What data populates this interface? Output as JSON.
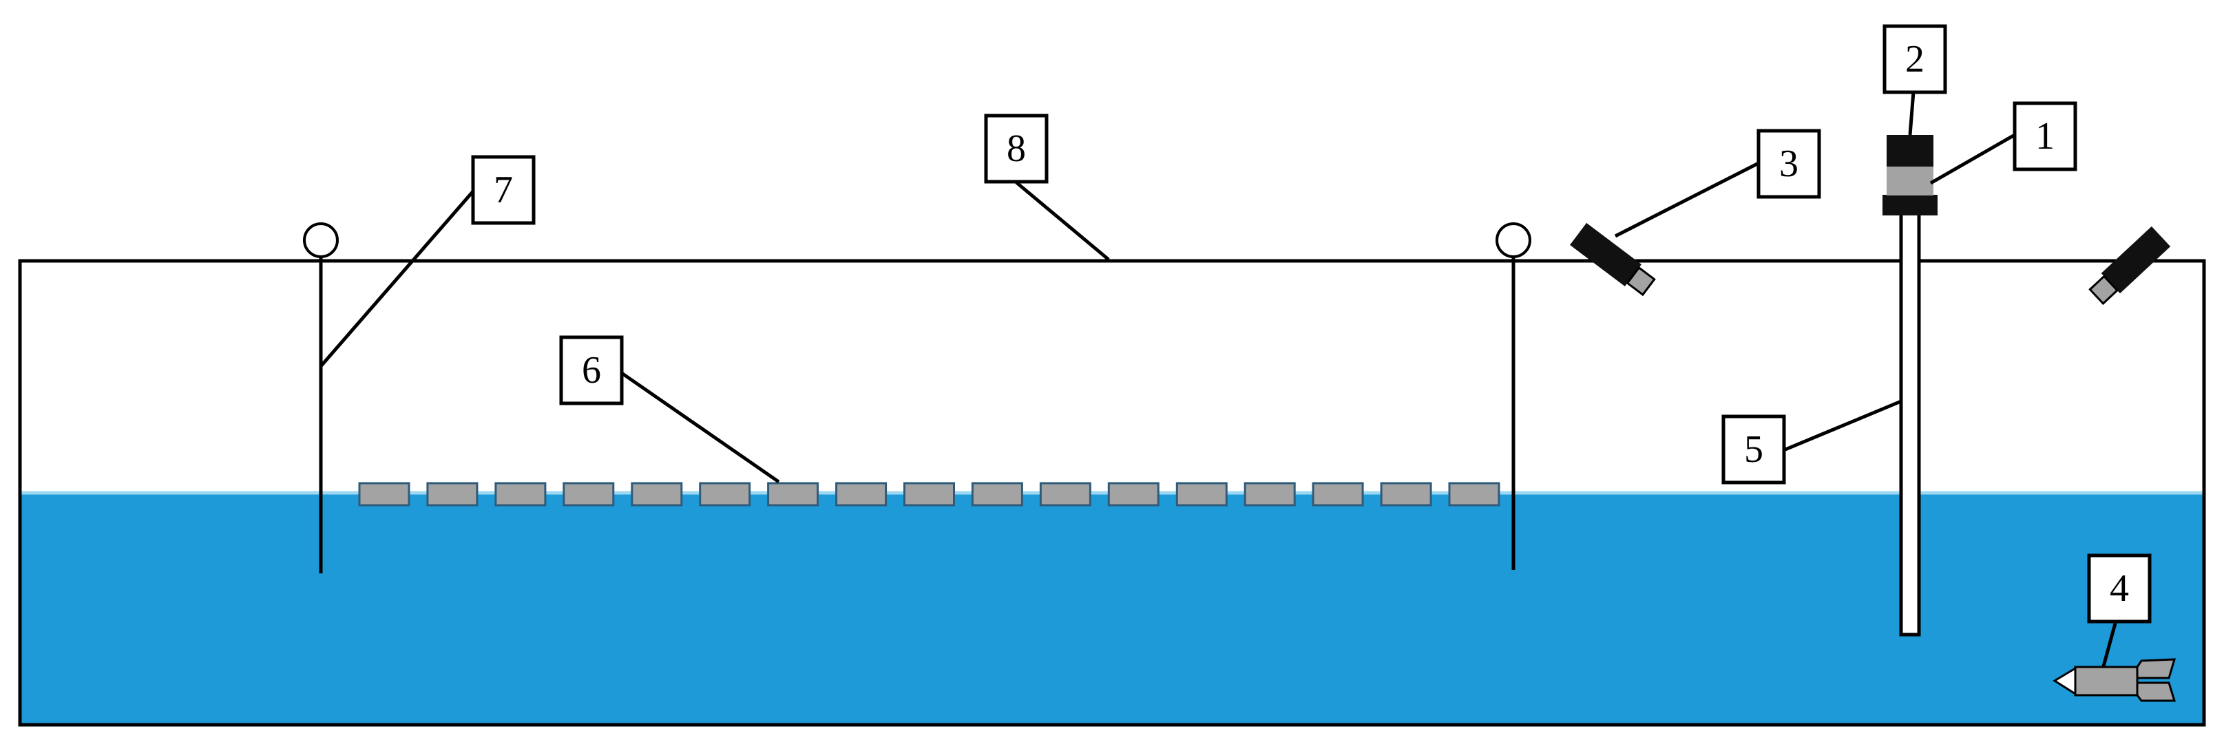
{
  "colors": {
    "water": "#1e9ad9",
    "waterline": "#9fd8f2",
    "stroke": "#000000",
    "gray": "#a3a3a3",
    "dark": "#111111",
    "background": "#ffffff"
  },
  "callouts": [
    {
      "id": "1",
      "label": "1"
    },
    {
      "id": "2",
      "label": "2"
    },
    {
      "id": "3",
      "label": "3"
    },
    {
      "id": "4",
      "label": "4"
    },
    {
      "id": "5",
      "label": "5"
    },
    {
      "id": "6",
      "label": "6"
    },
    {
      "id": "7",
      "label": "7"
    },
    {
      "id": "8",
      "label": "8"
    }
  ],
  "floater_count": 17
}
